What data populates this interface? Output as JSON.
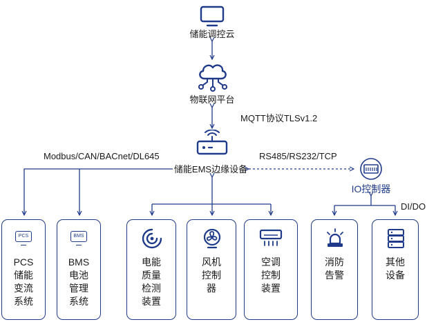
{
  "nodes": {
    "cloud": {
      "label": "储能调控云"
    },
    "iot": {
      "label": "物联网平台"
    },
    "ems": {
      "label": "储能EMS边缘设备"
    },
    "io": {
      "label": "IO控制器"
    }
  },
  "links": {
    "mqtt": "MQTT协议TLSv1.2",
    "left_protocols": "Modbus/CAN/BACnet/DL645",
    "right_protocols": "RS485/RS232/TCP",
    "dido": "DI/DO"
  },
  "devices": [
    {
      "id": "pcs",
      "chip": "PCS",
      "label": "PCS\n储能\n变流\n系统",
      "icon": "pcs-chip-icon"
    },
    {
      "id": "bms",
      "chip": "BMS",
      "label": "BMS\n电池\n管理\n系统",
      "icon": "bms-chip-icon"
    },
    {
      "id": "power-quality",
      "label": "电能\n质量\n检测\n装置",
      "icon": "radar-icon"
    },
    {
      "id": "fan",
      "label": "风机\n控制\n器",
      "icon": "fan-icon"
    },
    {
      "id": "ac",
      "label": "空调\n控制\n装置",
      "icon": "air-conditioner-icon"
    },
    {
      "id": "fire",
      "label": "消防\n告警",
      "icon": "alarm-beacon-icon"
    },
    {
      "id": "other",
      "label": "其他\n设备",
      "icon": "server-icon"
    }
  ],
  "colors": {
    "accent": "#1f3a8a",
    "text": "#1a1a1a"
  }
}
